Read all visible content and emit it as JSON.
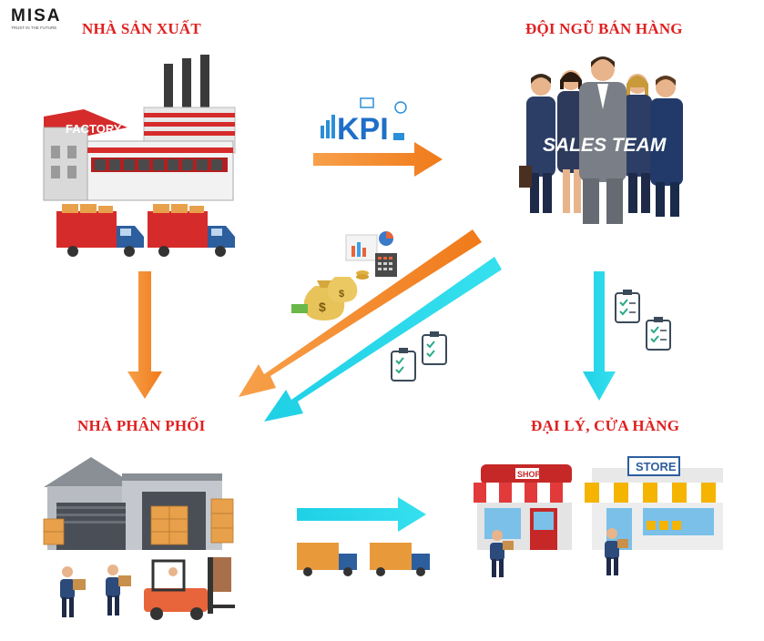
{
  "logo": {
    "word": "MISA",
    "tagline": "TRUST IN THE FUTURE"
  },
  "nodes": {
    "producer": {
      "label": "NHÀ SẢN XUẤT",
      "sign": "FACTORY"
    },
    "sales": {
      "label": "ĐỘI NGŨ BÁN HÀNG",
      "team": "SALES TEAM"
    },
    "distributor": {
      "label": "NHÀ PHÂN PHỐI"
    },
    "retail": {
      "label": "ĐẠI LÝ, CỬA HÀNG",
      "shop_sign": "SHOP",
      "store_sign": "STORE"
    }
  },
  "kpi": {
    "text": "KPI"
  },
  "colors": {
    "label_red": "#e02020",
    "arrow_orange": "#f4892c",
    "arrow_cyan": "#2ad6e6",
    "kpi_blue": "#1e6fc8"
  }
}
